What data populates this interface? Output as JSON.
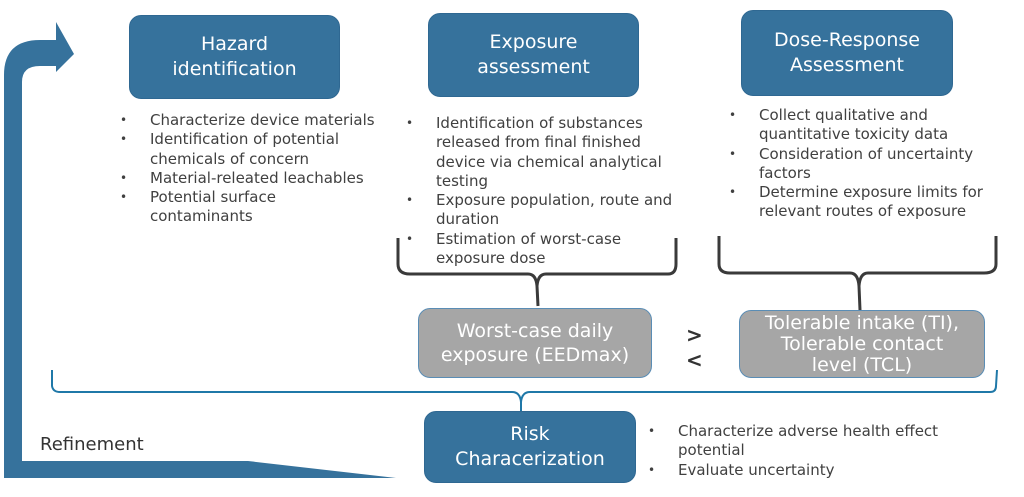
{
  "colors": {
    "primary_box": "#36729c",
    "secondary_box": "#a6a6a6",
    "bracket_dark": "#3a3a3a",
    "bracket_blue": "#1f78a8",
    "text": "#404040"
  },
  "boxes": {
    "hazard": "Hazard\nidentification",
    "exposure": "Exposure\nassessment",
    "dose_response": "Dose-Response\nAssessment",
    "worst_case": "Worst-case daily\nexposure (EEDmax)",
    "tolerable": "Tolerable intake (TI),\nTolerable contact\nlevel (TCL)",
    "risk": "Risk\nCharacerization"
  },
  "bullet_glyph": "•",
  "hazard_bullets": [
    "Characterize device materials",
    "Identification of potential chemicals of concern",
    "Material-releated leachables",
    "Potential surface contaminants"
  ],
  "exposure_bullets": [
    "Identification of substances released from final finished device via chemical analytical testing",
    "Exposure population, route and duration",
    "Estimation of worst-case exposure dose"
  ],
  "dose_bullets": [
    "Collect qualitative and quantitative toxicity data",
    "Consideration of uncertainty factors",
    "Determine exposure limits for relevant routes of exposure"
  ],
  "risk_bullets": [
    "Characterize adverse health effect potential",
    "Evaluate uncertainty"
  ],
  "comparison": {
    "greater": ">",
    "less": "<"
  },
  "refinement_label": "Refinement"
}
